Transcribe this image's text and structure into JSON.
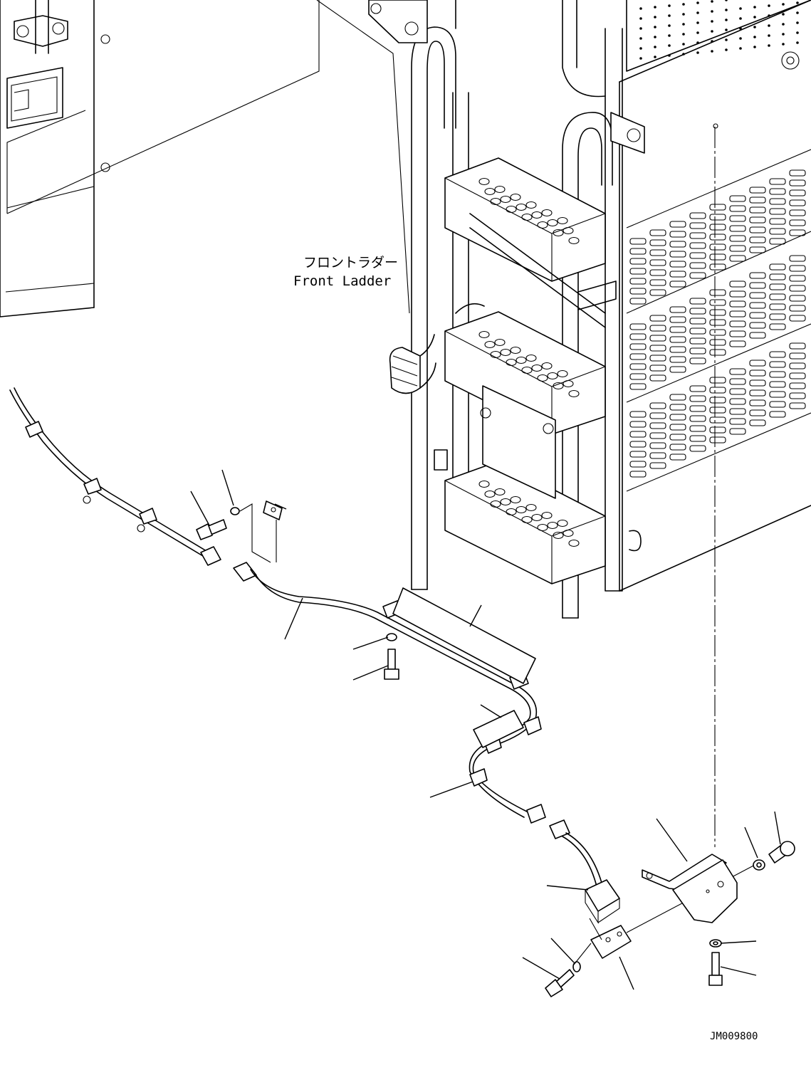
{
  "labels": {
    "front_ladder_jp": "フロントラダー",
    "front_ladder_en": "Front Ladder",
    "drawing_code": "JM009800"
  }
}
